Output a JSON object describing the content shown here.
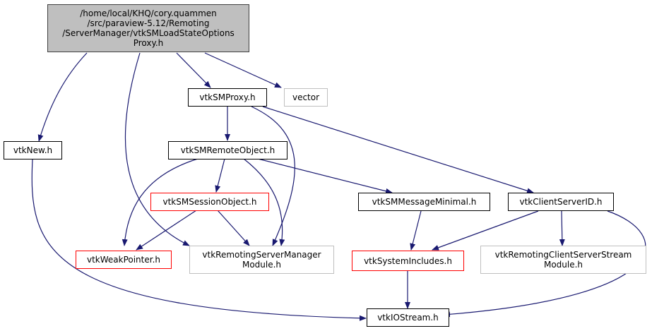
{
  "graph": {
    "title": "Include dependency graph",
    "nodes": [
      {
        "id": "root",
        "label": "/home/local/KHQ/cory.quammen\n/src/paraview-5.12/Remoting\n/ServerManager/vtkSMLoadStateOptions\nProxy.h",
        "style": "root"
      },
      {
        "id": "vtkSMProxy",
        "label": "vtkSMProxy.h",
        "style": "normal"
      },
      {
        "id": "vector",
        "label": "vector",
        "style": "gray"
      },
      {
        "id": "vtkNew",
        "label": "vtkNew.h",
        "style": "normal"
      },
      {
        "id": "vtkSMRemoteObject",
        "label": "vtkSMRemoteObject.h",
        "style": "normal"
      },
      {
        "id": "vtkSMSessionObject",
        "label": "vtkSMSessionObject.h",
        "style": "red"
      },
      {
        "id": "vtkSMMessageMinimal",
        "label": "vtkSMMessageMinimal.h",
        "style": "normal"
      },
      {
        "id": "vtkClientServerID",
        "label": "vtkClientServerID.h",
        "style": "normal"
      },
      {
        "id": "vtkWeakPointer",
        "label": "vtkWeakPointer.h",
        "style": "red"
      },
      {
        "id": "vtkRemotingServerManagerModule",
        "label": "vtkRemotingServerManager\nModule.h",
        "style": "gray"
      },
      {
        "id": "vtkSystemIncludes",
        "label": "vtkSystemIncludes.h",
        "style": "red"
      },
      {
        "id": "vtkRemotingClientServerStreamModule",
        "label": "vtkRemotingClientServerStream\nModule.h",
        "style": "gray"
      },
      {
        "id": "vtkIOStream",
        "label": "vtkIOStream.h",
        "style": "normal"
      }
    ],
    "edges": [
      [
        "root",
        "vtkNew"
      ],
      [
        "root",
        "vtkRemotingServerManagerModule"
      ],
      [
        "root",
        "vtkSMProxy"
      ],
      [
        "root",
        "vector"
      ],
      [
        "vtkSMProxy",
        "vtkSMRemoteObject"
      ],
      [
        "vtkSMProxy",
        "vtkRemotingServerManagerModule"
      ],
      [
        "vtkSMProxy",
        "vtkClientServerID"
      ],
      [
        "vtkNew",
        "vtkIOStream"
      ],
      [
        "vtkSMRemoteObject",
        "vtkSMSessionObject"
      ],
      [
        "vtkSMRemoteObject",
        "vtkWeakPointer"
      ],
      [
        "vtkSMRemoteObject",
        "vtkRemotingServerManagerModule"
      ],
      [
        "vtkSMRemoteObject",
        "vtkSMMessageMinimal"
      ],
      [
        "vtkSMSessionObject",
        "vtkWeakPointer"
      ],
      [
        "vtkSMSessionObject",
        "vtkRemotingServerManagerModule"
      ],
      [
        "vtkSMMessageMinimal",
        "vtkSystemIncludes"
      ],
      [
        "vtkClientServerID",
        "vtkSystemIncludes"
      ],
      [
        "vtkClientServerID",
        "vtkRemotingClientServerStreamModule"
      ],
      [
        "vtkClientServerID",
        "vtkIOStream"
      ],
      [
        "vtkSystemIncludes",
        "vtkIOStream"
      ]
    ]
  }
}
